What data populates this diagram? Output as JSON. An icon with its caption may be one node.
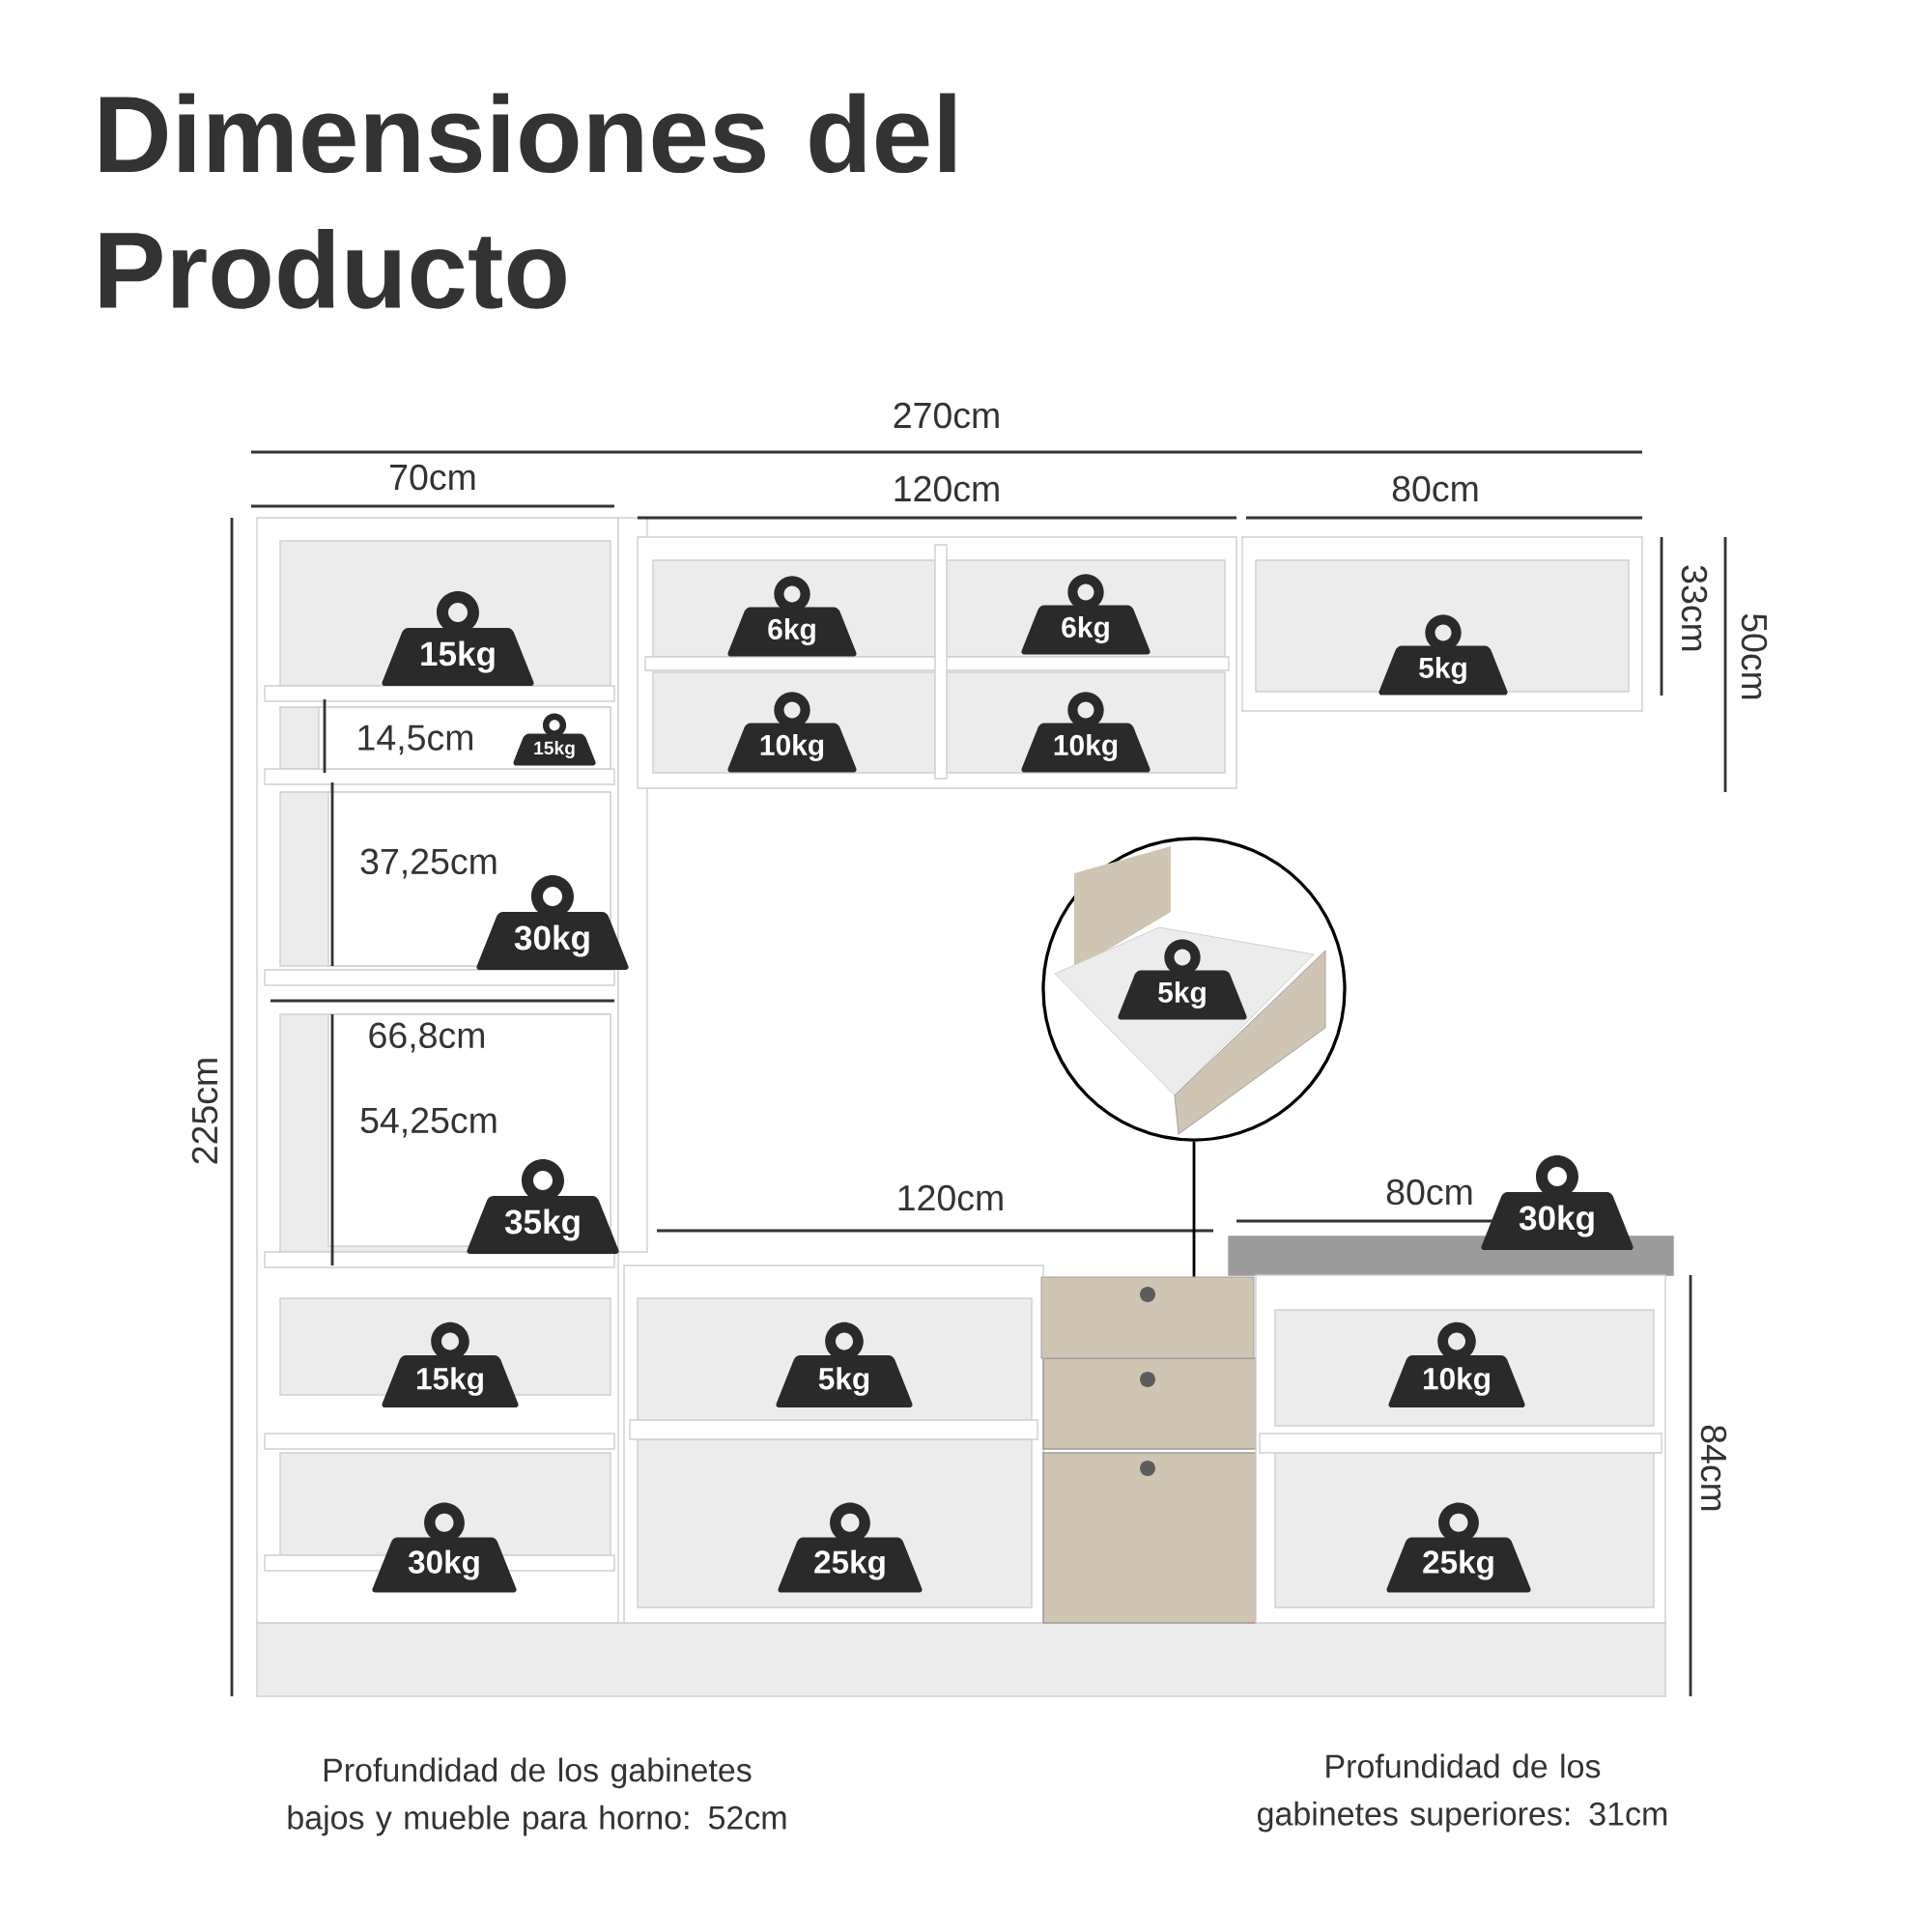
{
  "diagram": {
    "title": "Dimensiones del Producto",
    "nodes": [
      {
        "text": [
          "15kg"
        ]
      },
      {
        "text": [
          "6kg"
        ]
      },
      {
        "text": [
          "6kg"
        ]
      },
      {
        "text": [
          "5kg"
        ]
      },
      {
        "text": [
          "15kg"
        ]
      },
      {
        "text": [
          "10kg"
        ]
      },
      {
        "text": [
          "10kg"
        ]
      },
      {
        "text": [
          "30kg"
        ]
      },
      {
        "text": [],
        "shape": "circle"
      },
      {
        "text": [
          "5kg"
        ],
        "in": 8
      },
      {
        "text": [
          "35kg"
        ]
      },
      {
        "text": [
          "30kg"
        ]
      },
      {
        "text": [],
        "shape": "box"
      },
      {
        "text": [
          "15kg"
        ]
      },
      {
        "text": [
          "5kg"
        ]
      },
      {
        "text": [
          "10kg"
        ]
      },
      {
        "text": [
          "30kg"
        ]
      },
      {
        "text": [
          "25kg"
        ]
      },
      {
        "text": [
          "25kg"
        ]
      }
    ],
    "edges": [
      {
        "from": 8,
        "to": 12,
        "arrow": "none"
      }
    ],
    "labels": [
      "270cm",
      "70cm",
      "120cm",
      "80cm",
      "33cm",
      "50cm",
      "14,5cm",
      "37,25cm",
      "66,8cm",
      "225cm",
      "54,25cm",
      "120cm",
      "80cm",
      "84cm",
      "Profundidad de los gabinetes bajos y mueble para horno: 52cm",
      "Profundidad de los gabinetes superiores: 31cm"
    ]
  }
}
